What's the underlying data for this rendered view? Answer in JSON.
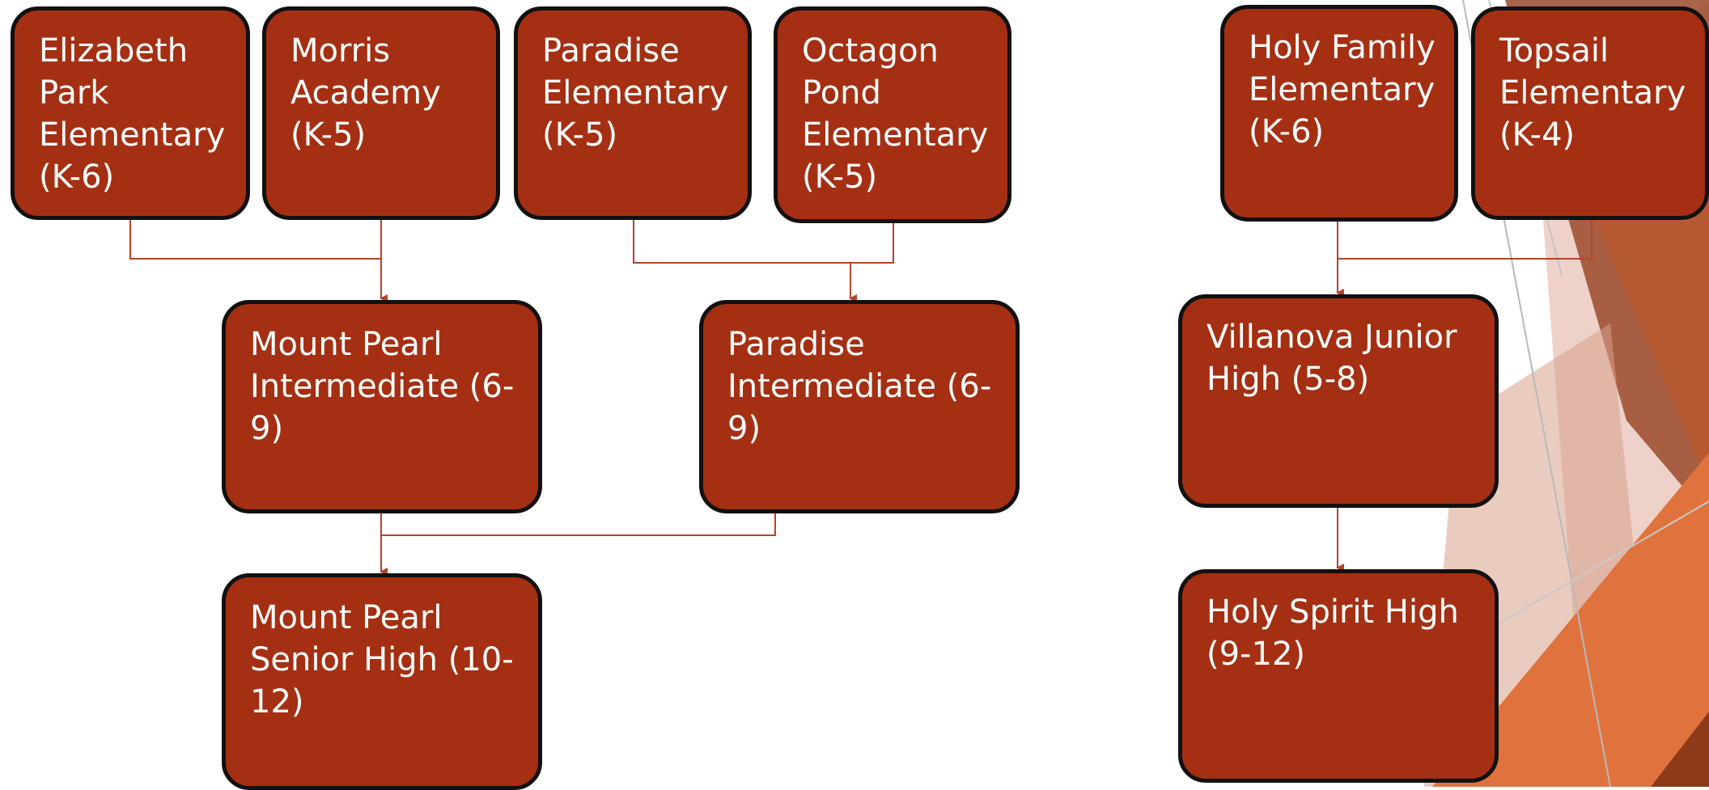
{
  "colors": {
    "box_fill": "#a52f12",
    "box_border": "#111111",
    "box_text": "#ffffff",
    "connector": "#b5442a",
    "accent_dark": "#8e3a1a",
    "accent_orange": "#e0733d"
  },
  "schools": {
    "elizabeth_park": "Elizabeth Park Elementary (K-6)",
    "morris_academy": "Morris Academy (K-5)",
    "paradise_elementary": "Paradise Elementary (K-5)",
    "octagon_pond": "Octagon Pond Elementary (K-5)",
    "mount_pearl_intermediate": "Mount Pearl Intermediate (6-9)",
    "paradise_intermediate": "Paradise Intermediate (6-9)",
    "mount_pearl_senior_high": "Mount Pearl Senior High (10-12)",
    "holy_family": "Holy Family Elementary (K-6)",
    "topsail": "Topsail Elementary (K-4)",
    "villanova": "Villanova Junior High (5-8)",
    "holy_spirit": "Holy Spirit High (9-12)"
  }
}
